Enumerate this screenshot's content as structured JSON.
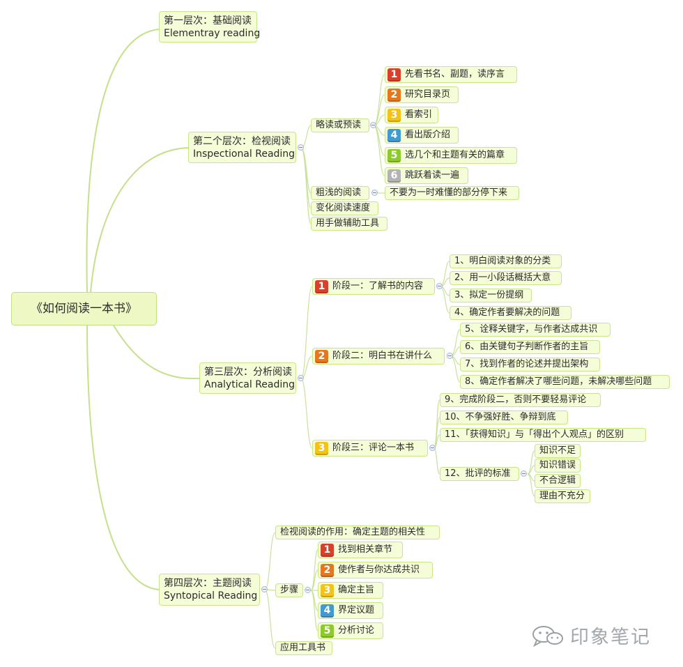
{
  "root": "《如何阅读一本书》",
  "level1": {
    "title": "第一层次：基础阅读",
    "subtitle": "Elementray reading"
  },
  "level2": {
    "title": "第二个层次：检视阅读",
    "subtitle": "Inspectional Reading",
    "skim": {
      "label": "略读或预读",
      "steps": [
        {
          "num": "1",
          "text": "先看书名、副题，读序言"
        },
        {
          "num": "2",
          "text": "研究目录页"
        },
        {
          "num": "3",
          "text": "看索引"
        },
        {
          "num": "4",
          "text": "看出版介绍"
        },
        {
          "num": "5",
          "text": "选几个和主题有关的篇章"
        },
        {
          "num": "6",
          "text": "跳跃着读一遍"
        }
      ]
    },
    "superficial": {
      "label": "粗浅的阅读",
      "note": "不要为一时难懂的部分停下来"
    },
    "speed": "变化阅读速度",
    "finger": "用手做辅助工具"
  },
  "level3": {
    "title": "第三层次：分析阅读",
    "subtitle": "Analytical Reading",
    "stages": [
      {
        "num": "1",
        "label": "阶段一：了解书的内容",
        "items": [
          "1、明白阅读对象的分类",
          "2、用一小段话概括大意",
          "3、拟定一份提纲",
          "4、确定作者要解决的问题"
        ]
      },
      {
        "num": "2",
        "label": "阶段二：明白书在讲什么",
        "items": [
          "5、诠释关键字，与作者达成共识",
          "6、由关键句子判断作者的主旨",
          "7、找到作者的论述并提出架构",
          "8、确定作者解决了哪些问题，未解决哪些问题"
        ]
      },
      {
        "num": "3",
        "label": "阶段三：评论一本书",
        "items": [
          "9、完成阶段二，否则不要轻易评论",
          "10、不争强好胜、争辩到底",
          "11、「获得知识」与「得出个人观点」的区别"
        ],
        "criteria": {
          "label": "12、批评的标准",
          "items": [
            "知识不足",
            "知识错误",
            "不合逻辑",
            "理由不充分"
          ]
        }
      }
    ]
  },
  "level4": {
    "title": "第四层次：主题阅读",
    "subtitle": "Syntopical Reading",
    "role": "检视阅读的作用：确定主题的相关性",
    "steps": {
      "label": "步骤",
      "items": [
        {
          "num": "1",
          "text": "找到相关章节"
        },
        {
          "num": "2",
          "text": "使作者与你达成共识"
        },
        {
          "num": "3",
          "text": "确定主旨"
        },
        {
          "num": "4",
          "text": "界定议题"
        },
        {
          "num": "5",
          "text": "分析讨论"
        }
      ]
    },
    "tools": "应用工具书"
  },
  "watermark": "印象笔记",
  "colors": {
    "connector": "#c4e08b",
    "node_fill": "#f4fcd8",
    "node_border": "#c9e58a"
  }
}
